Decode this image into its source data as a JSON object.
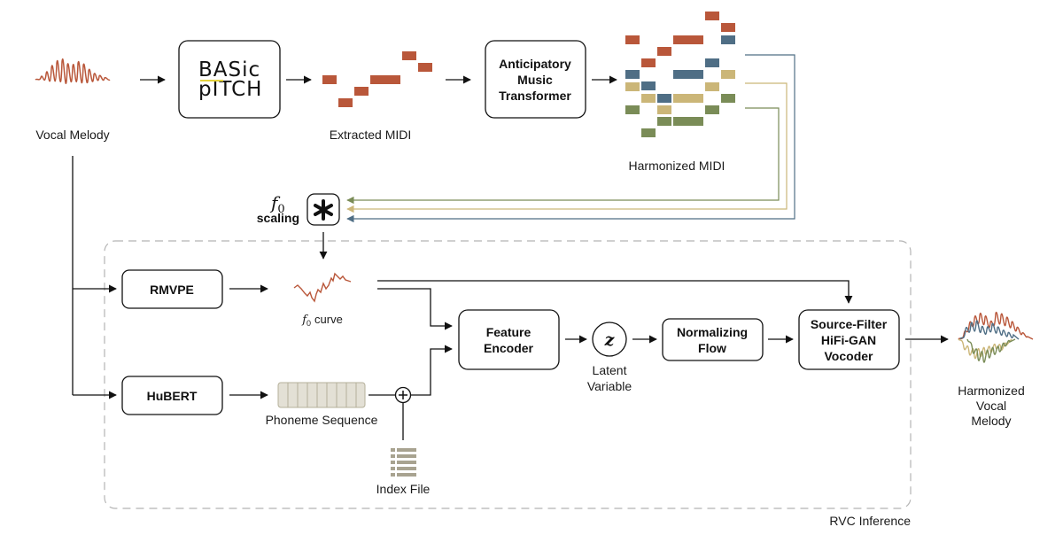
{
  "nodes": {
    "vocal_melody": "Vocal Melody",
    "basic_pitch_line1": "BASic",
    "basic_pitch_line2": "pITCH",
    "extracted_midi": "Extracted MIDI",
    "amt_line1": "Anticipatory",
    "amt_line2": "Music",
    "amt_line3": "Transformer",
    "harmonized_midi": "Harmonized MIDI",
    "f0_symbol": "f",
    "f0_sub": "0",
    "f0_scaling": "scaling",
    "rmvpe": "RMVPE",
    "hubert": "HuBERT",
    "f0_curve_label": "curve",
    "phoneme_sequence": "Phoneme Sequence",
    "index_file": "Index File",
    "feature_encoder_line1": "Feature",
    "feature_encoder_line2": "Encoder",
    "latent_symbol": "z",
    "latent_line1": "Latent",
    "latent_line2": "Variable",
    "normalizing_flow_line1": "Normalizing",
    "normalizing_flow_line2": "Flow",
    "vocoder_line1": "Source-Filter",
    "vocoder_line2": "HiFi-GAN",
    "vocoder_line3": "Vocoder",
    "harmonized_line1": "Harmonized",
    "harmonized_line2": "Vocal",
    "harmonized_line3": "Melody",
    "rvc_inference": "RVC Inference"
  },
  "colors": {
    "red": "#b9573a",
    "blue": "#4f6e85",
    "tan": "#cbb678",
    "green": "#7a8c57",
    "gray_fill": "#e3e0d5",
    "dashed_border": "#b5b5b5"
  },
  "icons": [
    "waveform-icon",
    "convolution-asterisk-icon",
    "sum-plus-icon",
    "index-file-icon"
  ]
}
